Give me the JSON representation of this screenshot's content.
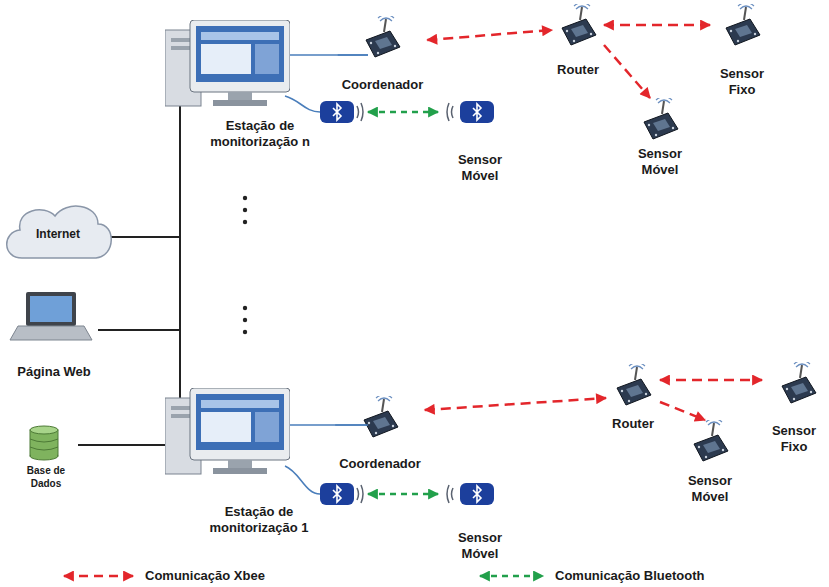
{
  "diagram": {
    "nodes": [
      {
        "text": [
          "Coordenador"
        ]
      },
      {
        "text": [
          "Router"
        ]
      },
      {
        "text": [
          "Sensor Fixo"
        ]
      },
      {
        "text": [
          "Estação de monitorização n"
        ]
      },
      {
        "text": [
          "Sensor Móvel"
        ]
      },
      {
        "text": [
          "Sensor Móvel"
        ]
      },
      {
        "text": [
          "Internet"
        ]
      },
      {
        "text": [
          "Página Web"
        ]
      },
      {
        "text": [
          "Coordenador"
        ]
      },
      {
        "text": [
          "Router"
        ]
      },
      {
        "text": [
          "Sensor Fixo"
        ]
      },
      {
        "text": [
          "Base de Dados"
        ]
      },
      {
        "text": [
          "Estação de monitorização 1"
        ]
      },
      {
        "text": [
          "Sensor Móvel"
        ]
      },
      {
        "text": [
          "Sensor Móvel"
        ]
      }
    ],
    "edges": [
      {
        "from": 0,
        "to": 1,
        "arrow": "both"
      },
      {
        "from": 1,
        "to": 2,
        "arrow": "both"
      },
      {
        "from": 1,
        "to": 5,
        "arrow": "to"
      },
      {
        "from": 3,
        "to": 0,
        "arrow": "none"
      },
      {
        "from": 3,
        "to": 4,
        "arrow": "both"
      },
      {
        "from": 6,
        "to": 3,
        "arrow": "none"
      },
      {
        "from": 6,
        "to": 7,
        "arrow": "none"
      },
      {
        "from": 6,
        "to": 12,
        "arrow": "none"
      },
      {
        "from": 11,
        "to": 12,
        "arrow": "none"
      },
      {
        "from": 12,
        "to": 8,
        "arrow": "none"
      },
      {
        "from": 12,
        "to": 13,
        "arrow": "both"
      },
      {
        "from": 8,
        "to": 9,
        "arrow": "both"
      },
      {
        "from": 9,
        "to": 10,
        "arrow": "both"
      },
      {
        "from": 9,
        "to": 14,
        "arrow": "to"
      }
    ],
    "legend": [
      {
        "text": "Comunicação Xbee"
      },
      {
        "text": "Comunicação Bluetooth"
      }
    ]
  }
}
